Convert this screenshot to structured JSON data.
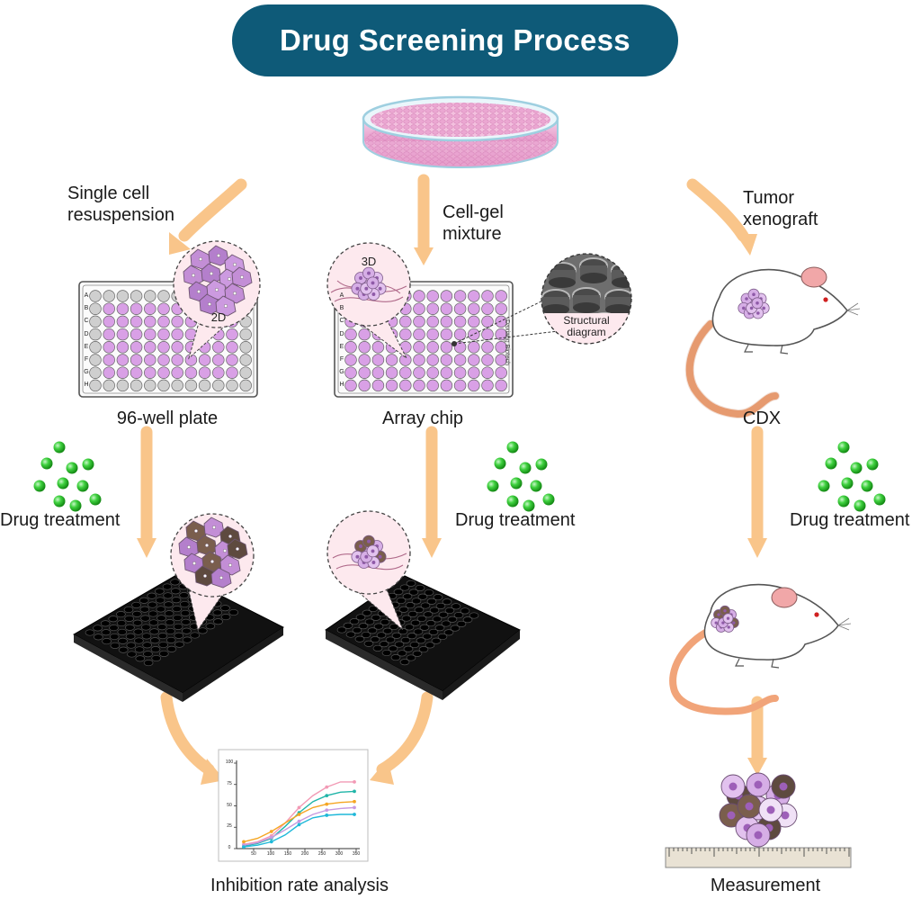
{
  "title": "Drug Screening Process",
  "labels": {
    "single_cell_1": "Single cell",
    "single_cell_2": "resuspension",
    "cell_gel_1": "Cell-gel",
    "cell_gel_2": "mixture",
    "tumor_1": "Tumor",
    "tumor_2": "xenograft",
    "plate_96": "96-well plate",
    "array_chip": "Array chip",
    "cdx": "CDX",
    "drug_left": "Drug treatment",
    "drug_mid": "Drug treatment",
    "drug_right": "Drug treatment",
    "inhibition": "Inhibition rate analysis",
    "measurement": "Measurement",
    "badge_2d": "2D",
    "badge_3d": "3D",
    "structural_1": "Structural",
    "structural_2": "diagram",
    "chip_vertical": "Daxiang Biotech"
  },
  "plate_rows": [
    "A",
    "B",
    "C",
    "D",
    "E",
    "F",
    "G",
    "H"
  ],
  "colors": {
    "title_bg": "#0e5a78",
    "arrow": "#f9c58a",
    "well_pink": "#d9a0e6",
    "well_grey": "#cfcfcf",
    "drug_green": "#27c22b",
    "mouse_ear": "#f1a7a8",
    "tail": "#f1a479"
  },
  "chart_data": {
    "type": "line",
    "yticks": [
      "0",
      "25",
      "50",
      "75",
      "100"
    ],
    "xticks": [
      "50",
      "100",
      "150",
      "200",
      "250",
      "300",
      "350"
    ],
    "series": [
      {
        "color": "#f29ab5",
        "values": [
          5,
          8,
          15,
          30,
          48,
          62,
          72,
          78,
          78
        ]
      },
      {
        "color": "#20b5a8",
        "values": [
          3,
          6,
          12,
          26,
          42,
          55,
          62,
          66,
          67
        ]
      },
      {
        "color": "#f5a623",
        "values": [
          8,
          12,
          20,
          30,
          40,
          48,
          52,
          54,
          55
        ]
      },
      {
        "color": "#c79ae0",
        "values": [
          4,
          7,
          13,
          22,
          32,
          40,
          45,
          47,
          48
        ]
      },
      {
        "color": "#1fb8d9",
        "values": [
          2,
          4,
          8,
          16,
          28,
          36,
          39,
          40,
          40
        ]
      }
    ]
  }
}
